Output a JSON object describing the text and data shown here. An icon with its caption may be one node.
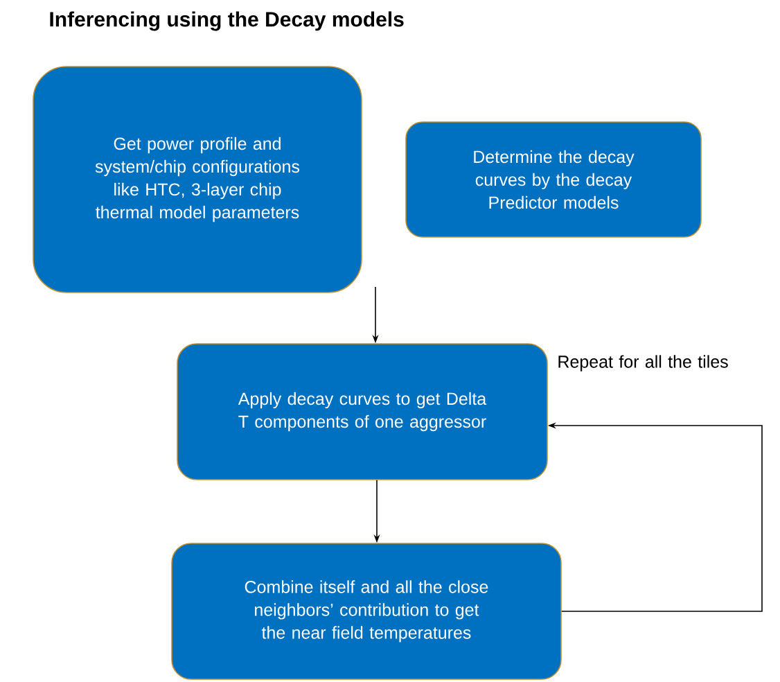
{
  "diagram": {
    "title": "Inferencing using the  Decay models",
    "nodes": [
      {
        "text": [
          "Get power profile and system/chip configurations like HTC, 3-layer chip thermal model parameters"
        ]
      },
      {
        "text": [
          "Determine the decay curves by the decay Predictor models"
        ]
      },
      {
        "text": [
          "Apply decay curves to get Delta T components of one aggressor"
        ]
      },
      {
        "text": [
          "Combine itself and all the close neighbors’ contribution to get the near field temperatures"
        ]
      }
    ],
    "edges": [
      {
        "from": null,
        "to": 2,
        "arrow": "to"
      },
      {
        "from": 2,
        "to": 3,
        "arrow": "to"
      },
      {
        "from": 3,
        "to": 2,
        "arrow": "to"
      }
    ],
    "labels": [
      "Repeat for all the tiles"
    ]
  }
}
